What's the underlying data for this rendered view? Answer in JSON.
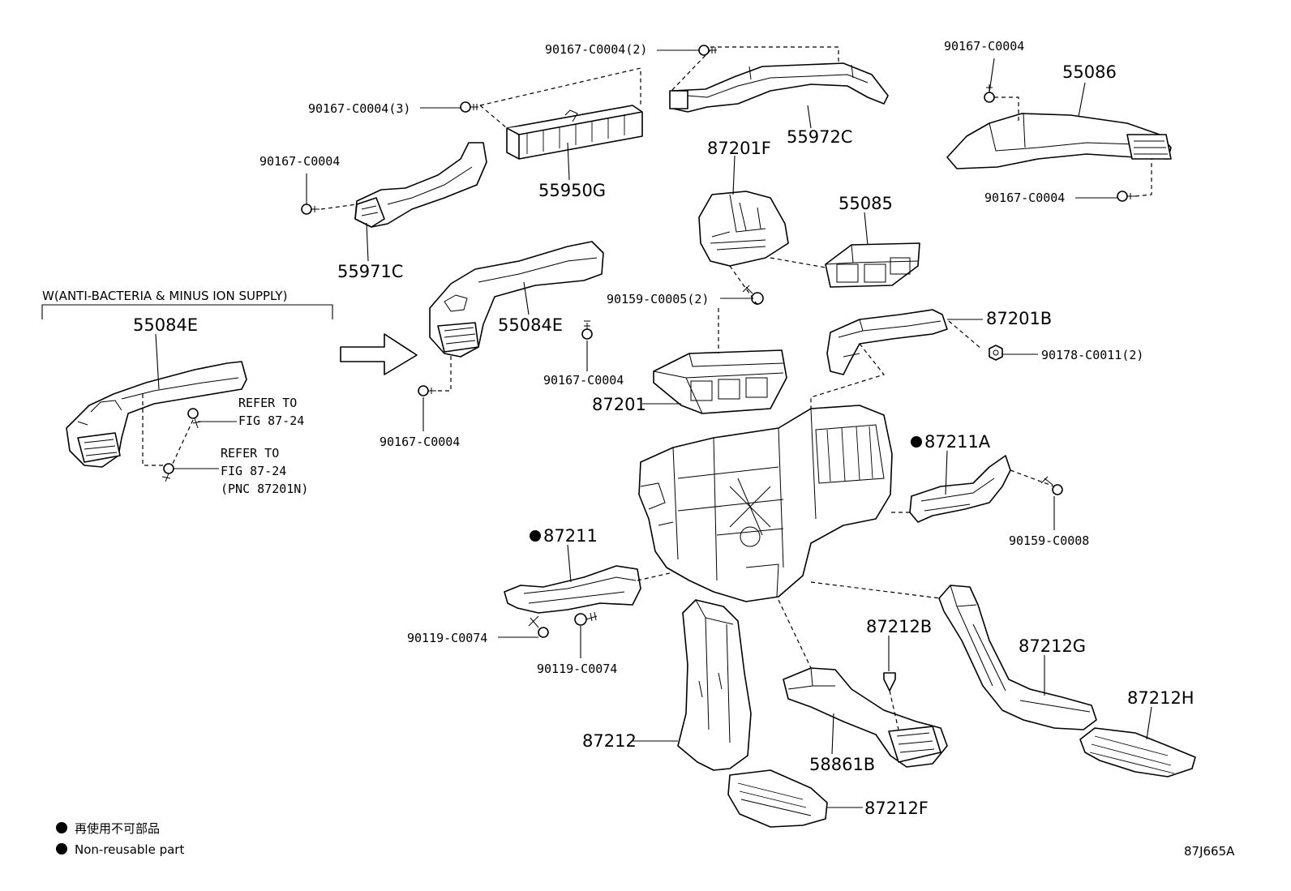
{
  "variant_label": "W(ANTI-BACTERIA & MINUS ION SUPPLY)",
  "legend": {
    "jp": "再使用不可部品",
    "en": "Non-reusable part"
  },
  "figure_code": "87J665A",
  "part_numbers": {
    "p55972C": "55972C",
    "p55950G": "55950G",
    "p55971C": "55971C",
    "p55084E_left": "55084E",
    "p55084E": "55084E",
    "p87201F": "87201F",
    "p55085": "55085",
    "p55086": "55086",
    "p87201B": "87201B",
    "p87201": "87201",
    "p87211A": "87211A",
    "p87211": "87211",
    "p87212B": "87212B",
    "p87212G": "87212G",
    "p87212H": "87212H",
    "p87212": "87212",
    "p58861B": "58861B",
    "p87212F": "87212F"
  },
  "fasteners": {
    "f_top_2": "90167-C0004(2)",
    "f_top_3": "90167-C0004(3)",
    "f_left": "90167-C0004",
    "f_right_top": "90167-C0004",
    "f_right_bottom": "90167-C0004",
    "f_mid_bolt": "90167-C0004",
    "f_mid_screw": "90167-C0004",
    "f_90159_c0005": "90159-C0005(2)",
    "f_90178": "90178-C0011(2)",
    "f_90159_c0008": "90159-C0008",
    "f_90119_a": "90119-C0074",
    "f_90119_b": "90119-C0074"
  },
  "references": {
    "ref1_line1": "REFER TO",
    "ref1_line2": "FIG 87-24",
    "ref2_line1": "REFER TO",
    "ref2_line2": "FIG 87-24",
    "ref2_line3": "(PNC 87201N)"
  }
}
